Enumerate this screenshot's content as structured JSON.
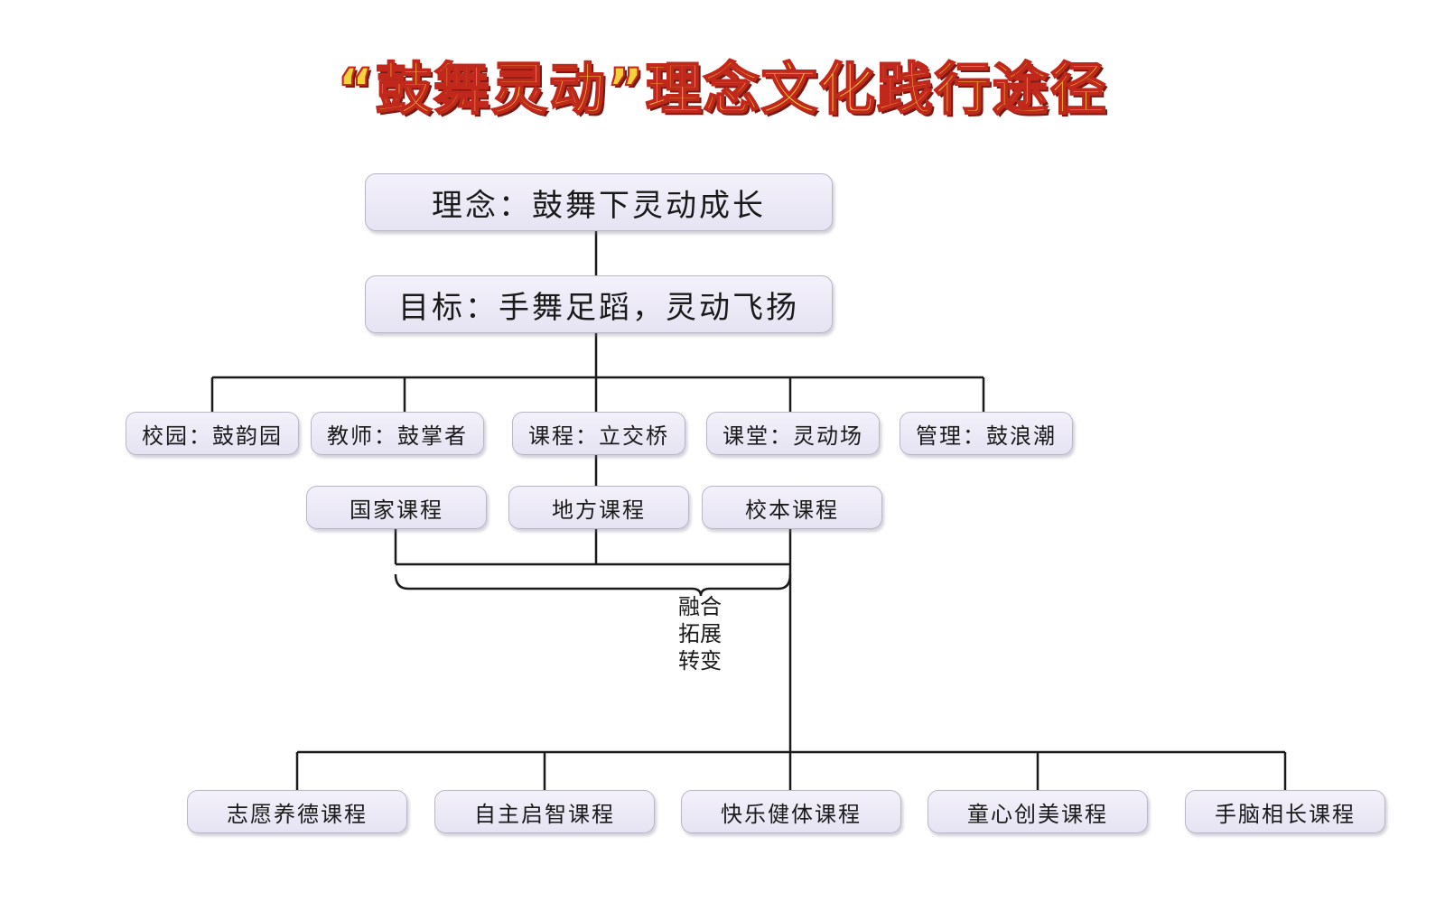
{
  "title": "“鼓舞灵动”理念文化践行途径",
  "concept": "理念：鼓舞下灵动成长",
  "goal": "目标：手舞足蹈，灵动飞扬",
  "pillars": [
    "校园：鼓韵园",
    "教师：鼓掌者",
    "课程：立交桥",
    "课堂：灵动场",
    "管理：鼓浪潮"
  ],
  "curriculum_types": [
    "国家课程",
    "地方课程",
    "校本课程"
  ],
  "integration": [
    "融合",
    "拓展",
    "转变"
  ],
  "courses": [
    "志愿养德课程",
    "自主启智课程",
    "快乐健体课程",
    "童心创美课程",
    "手脑相长课程"
  ]
}
